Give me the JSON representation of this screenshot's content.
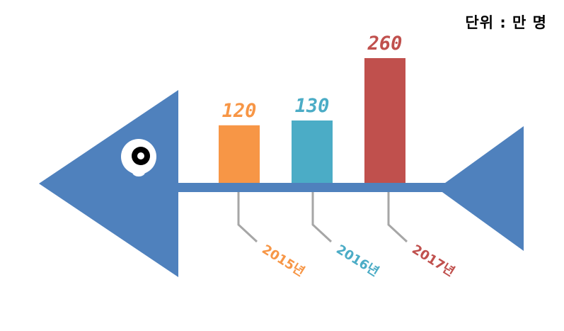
{
  "unit_label": "단위 : 만 명",
  "colors": {
    "fish": "#4f81bd",
    "leader": "#a6a6a6",
    "eye_ring": "#ffffff",
    "eye_pupil": "#000000"
  },
  "chart_data": {
    "type": "bar",
    "categories": [
      "2015년",
      "2016년",
      "2017년"
    ],
    "values": [
      120,
      130,
      260
    ],
    "data_labels": [
      "120",
      "130",
      "260"
    ],
    "colors": [
      "#f79646",
      "#4bacc6",
      "#c0504d"
    ],
    "ylim": [
      0,
      260
    ],
    "title": "",
    "xlabel": "",
    "ylabel": "",
    "grid": false,
    "legend": "none"
  }
}
